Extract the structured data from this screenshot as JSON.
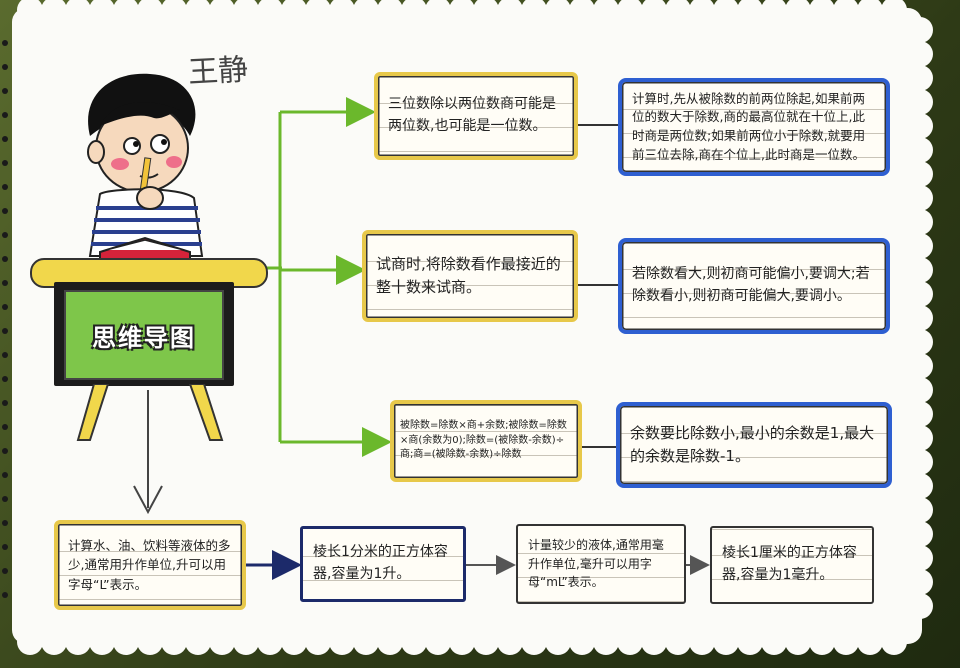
{
  "author": "王静",
  "center": {
    "title": "思维导图"
  },
  "branches": [
    {
      "rule": "三位数除以两位数商可能是两位数,也可能是一位数。",
      "detail": "计算时,先从被除数的前两位除起,如果前两位的数大于除数,商的最高位就在十位上,此时商是两位数;如果前两位小于除数,就要用前三位去除,商在个位上,此时商是一位数。"
    },
    {
      "rule": "试商时,将除数看作最接近的整十数来试商。",
      "detail": "若除数看大,则初商可能偏小,要调大;若除数看小,则初商可能偏大,要调小。"
    },
    {
      "rule": "被除数=除数×商+余数;被除数=除数×商(余数为0);除数=(被除数-余数)÷商;商=(被除数-余数)÷除数",
      "detail": "余数要比除数小,最小的余数是1,最大的余数是除数-1。"
    }
  ],
  "bottom": [
    {
      "text": "计算水、油、饮料等液体的多少,通常用升作单位,升可以用字母“L”表示。"
    },
    {
      "text": "棱长1分米的正方体容器,容量为1升。"
    },
    {
      "text": "计量较少的液体,通常用毫升作单位,毫升可以用字母“mL”表示。"
    },
    {
      "text": "棱长1厘米的正方体容器,容量为1毫升。"
    }
  ],
  "colors": {
    "connector_green": "#6bb82c",
    "connector_navy": "#1c2a6a",
    "connector_gray": "#555555",
    "border_yellow": "#e7c84a",
    "border_blue": "#2e5fd1",
    "center_green": "#7ec64a"
  }
}
